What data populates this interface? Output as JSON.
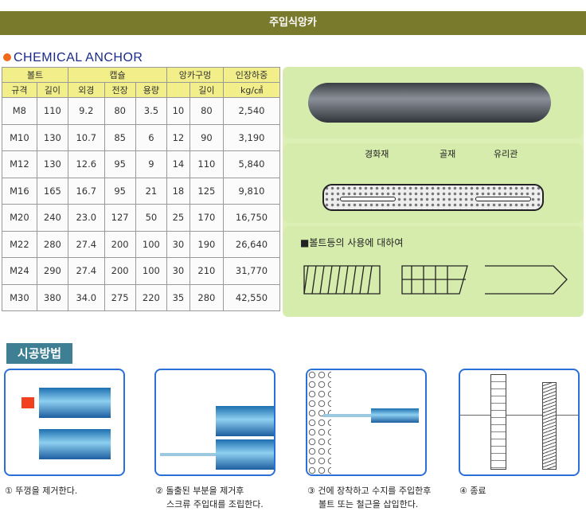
{
  "title": "주입식앙카",
  "section": "CHEMICAL ANCHOR",
  "table": {
    "group_headers": [
      "볼트",
      "캡슐",
      "앙카구멍",
      "인장하중"
    ],
    "sub_headers": [
      "규격",
      "길이",
      "외경",
      "전장",
      "용량",
      "",
      "길이",
      "kg/㎠"
    ],
    "rows": [
      [
        "M8",
        "110",
        "9.2",
        "80",
        "3.5",
        "10",
        "80",
        "2,540"
      ],
      [
        "M10",
        "130",
        "10.7",
        "85",
        "6",
        "12",
        "90",
        "3,190"
      ],
      [
        "M12",
        "130",
        "12.6",
        "95",
        "9",
        "14",
        "110",
        "5,840"
      ],
      [
        "M16",
        "165",
        "16.7",
        "95",
        "21",
        "18",
        "125",
        "9,810"
      ],
      [
        "M20",
        "240",
        "23.0",
        "127",
        "50",
        "25",
        "170",
        "16,750"
      ],
      [
        "M22",
        "280",
        "27.4",
        "200",
        "100",
        "30",
        "190",
        "26,640"
      ],
      [
        "M24",
        "290",
        "27.4",
        "200",
        "100",
        "30",
        "210",
        "31,770"
      ],
      [
        "M30",
        "380",
        "34.0",
        "275",
        "220",
        "35",
        "280",
        "42,550"
      ]
    ]
  },
  "diagram": {
    "labels": [
      "경화재",
      "골재",
      "유리관"
    ],
    "bolt_note": "■볼트등의 사용에 대하여"
  },
  "howto": {
    "title": "시공방법",
    "steps": [
      {
        "line1": "① 뚜껑을 제거한다.",
        "line2": ""
      },
      {
        "line1": "② 돌출된 부분을 제거후",
        "line2": "스크류 주입대를 조립한다."
      },
      {
        "line1": "③ 건에 장착하고 수지를 주입한후",
        "line2": "볼트 또는 철근을 삽입한다."
      },
      {
        "line1": "④ 종료",
        "line2": ""
      }
    ]
  }
}
